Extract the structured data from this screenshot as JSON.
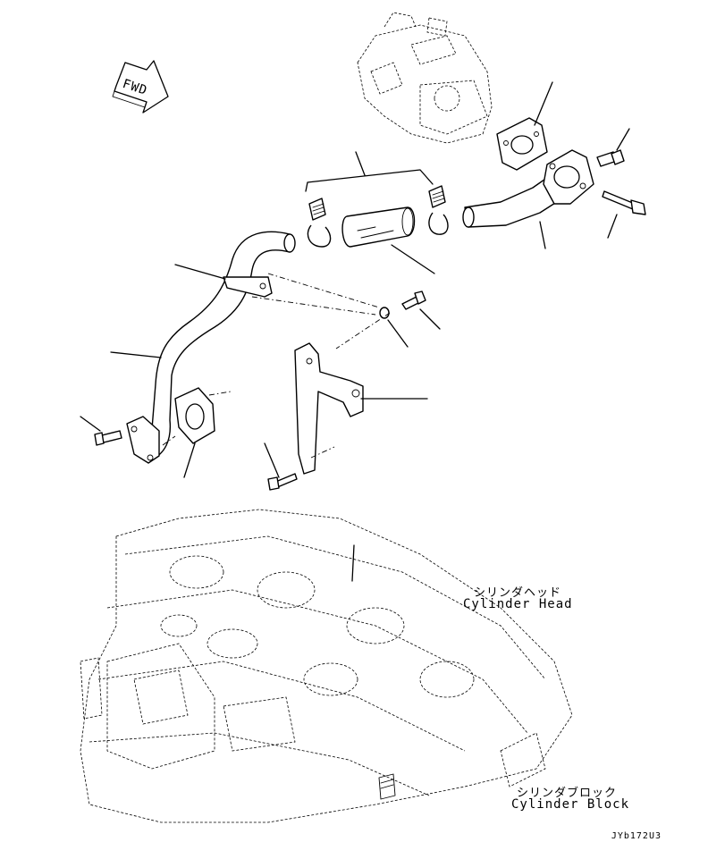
{
  "diagram": {
    "fwd_label": "FWD",
    "labels": {
      "cylinder_head_jp": "シリンダヘッド",
      "cylinder_head_en": "Cylinder Head",
      "cylinder_block_jp": "シリンダブロック",
      "cylinder_block_en": "Cylinder Block"
    },
    "drawing_number": "JYb172U3"
  }
}
